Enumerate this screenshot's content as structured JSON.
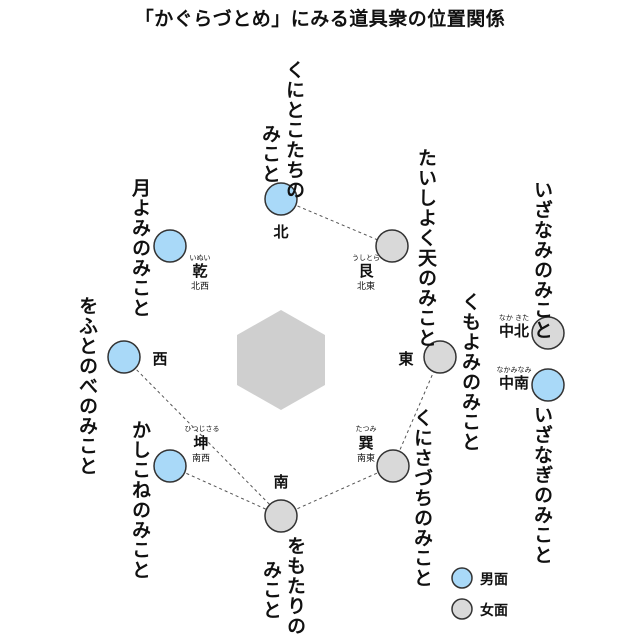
{
  "title": "「かぐらづとめ」にみる道具衆の位置関係",
  "colors": {
    "male": "#a9d9f8",
    "female": "#d9d9d9",
    "hexagon": "#cfcfcf",
    "line": "#555555"
  },
  "directions": {
    "kita": "北",
    "ushitora": {
      "kanji": "艮",
      "ruby": "うしとら",
      "sub": "北東"
    },
    "higashi": "東",
    "tatsumi": {
      "kanji": "巽",
      "ruby": "たつみ",
      "sub": "南東"
    },
    "minami": "南",
    "hitsujisaru": {
      "kanji": "坤",
      "ruby": "ひつじさる",
      "sub": "南西"
    },
    "nishi": "西",
    "inui": {
      "kanji": "乾",
      "ruby": "いぬい",
      "sub": "北西"
    },
    "naka_kita": {
      "kanji": "中北",
      "ruby": "なか きた"
    },
    "naka_minami": {
      "kanji": "中南",
      "ruby": "なかみなみ"
    }
  },
  "names": {
    "kunitokotachi": [
      "くにとこたちの",
      "みこと"
    ],
    "taishokuten": "たいしよく天のみこと",
    "tsukiyomi": "月よみのみこと",
    "omotari": [
      "をもたりの",
      "みこと"
    ],
    "izanami": "いざなみのみこと",
    "izanagi": "いざなぎのみこと",
    "kumoyomi": "くもよみのみこと",
    "kunisazuchi": "くにさづちのみこと",
    "otonobe": "をふとのべのみこと",
    "kashikone": "かしこねのみこと"
  },
  "legend": {
    "male": "男面",
    "female": "女面"
  }
}
